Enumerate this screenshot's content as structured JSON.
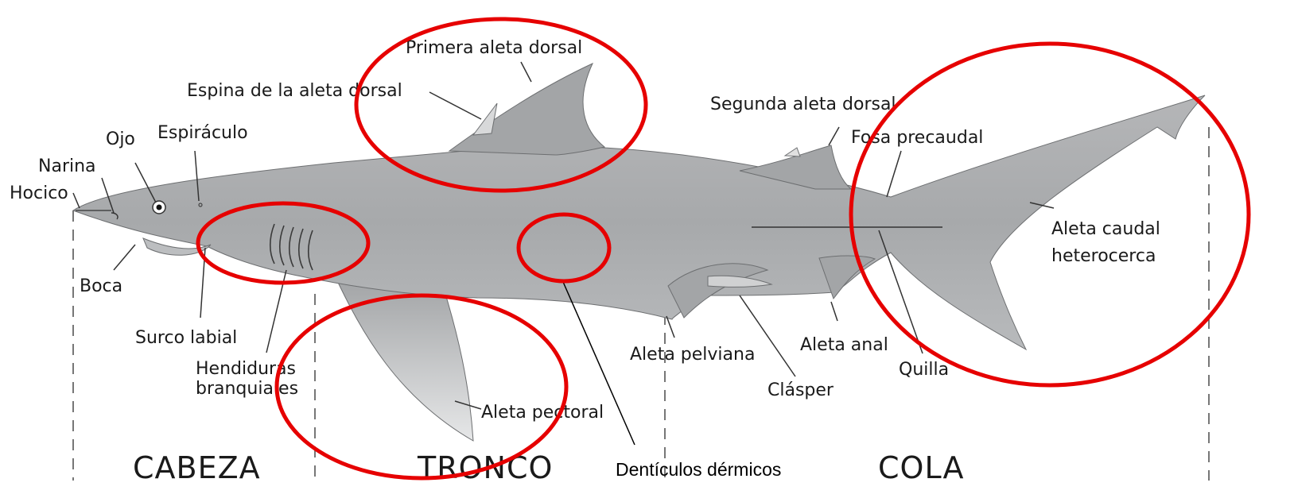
{
  "labels": {
    "primera_aleta_dorsal": "Primera aleta dorsal",
    "espina_aleta_dorsal": "Espina de la aleta dorsal",
    "segunda_aleta_dorsal": "Segunda aleta dorsal",
    "fosa_precaudal": "Fosa precaudal",
    "ojo": "Ojo",
    "espiraculo": "Espiráculo",
    "narina": "Narina",
    "hocico": "Hocico",
    "boca": "Boca",
    "surco_labial": "Surco labial",
    "hendiduras_line1": "Hendiduras",
    "hendiduras_line2": "branquiales",
    "aleta_pectoral": "Aleta pectoral",
    "aleta_pelviana": "Aleta pelviana",
    "clasper": "Clásper",
    "aleta_anal": "Aleta anal",
    "quilla": "Quilla",
    "aleta_caudal_line1": "Aleta caudal",
    "aleta_caudal_line2": "heterocerca"
  },
  "regions": {
    "cabeza": "CABEZA",
    "tronco": "TRONCO",
    "cola": "COLA"
  },
  "annotation": {
    "denticulos": "Dentículos dérmicos"
  },
  "colors": {
    "body_gray": "#a9abad",
    "highlight": "#e60000"
  }
}
